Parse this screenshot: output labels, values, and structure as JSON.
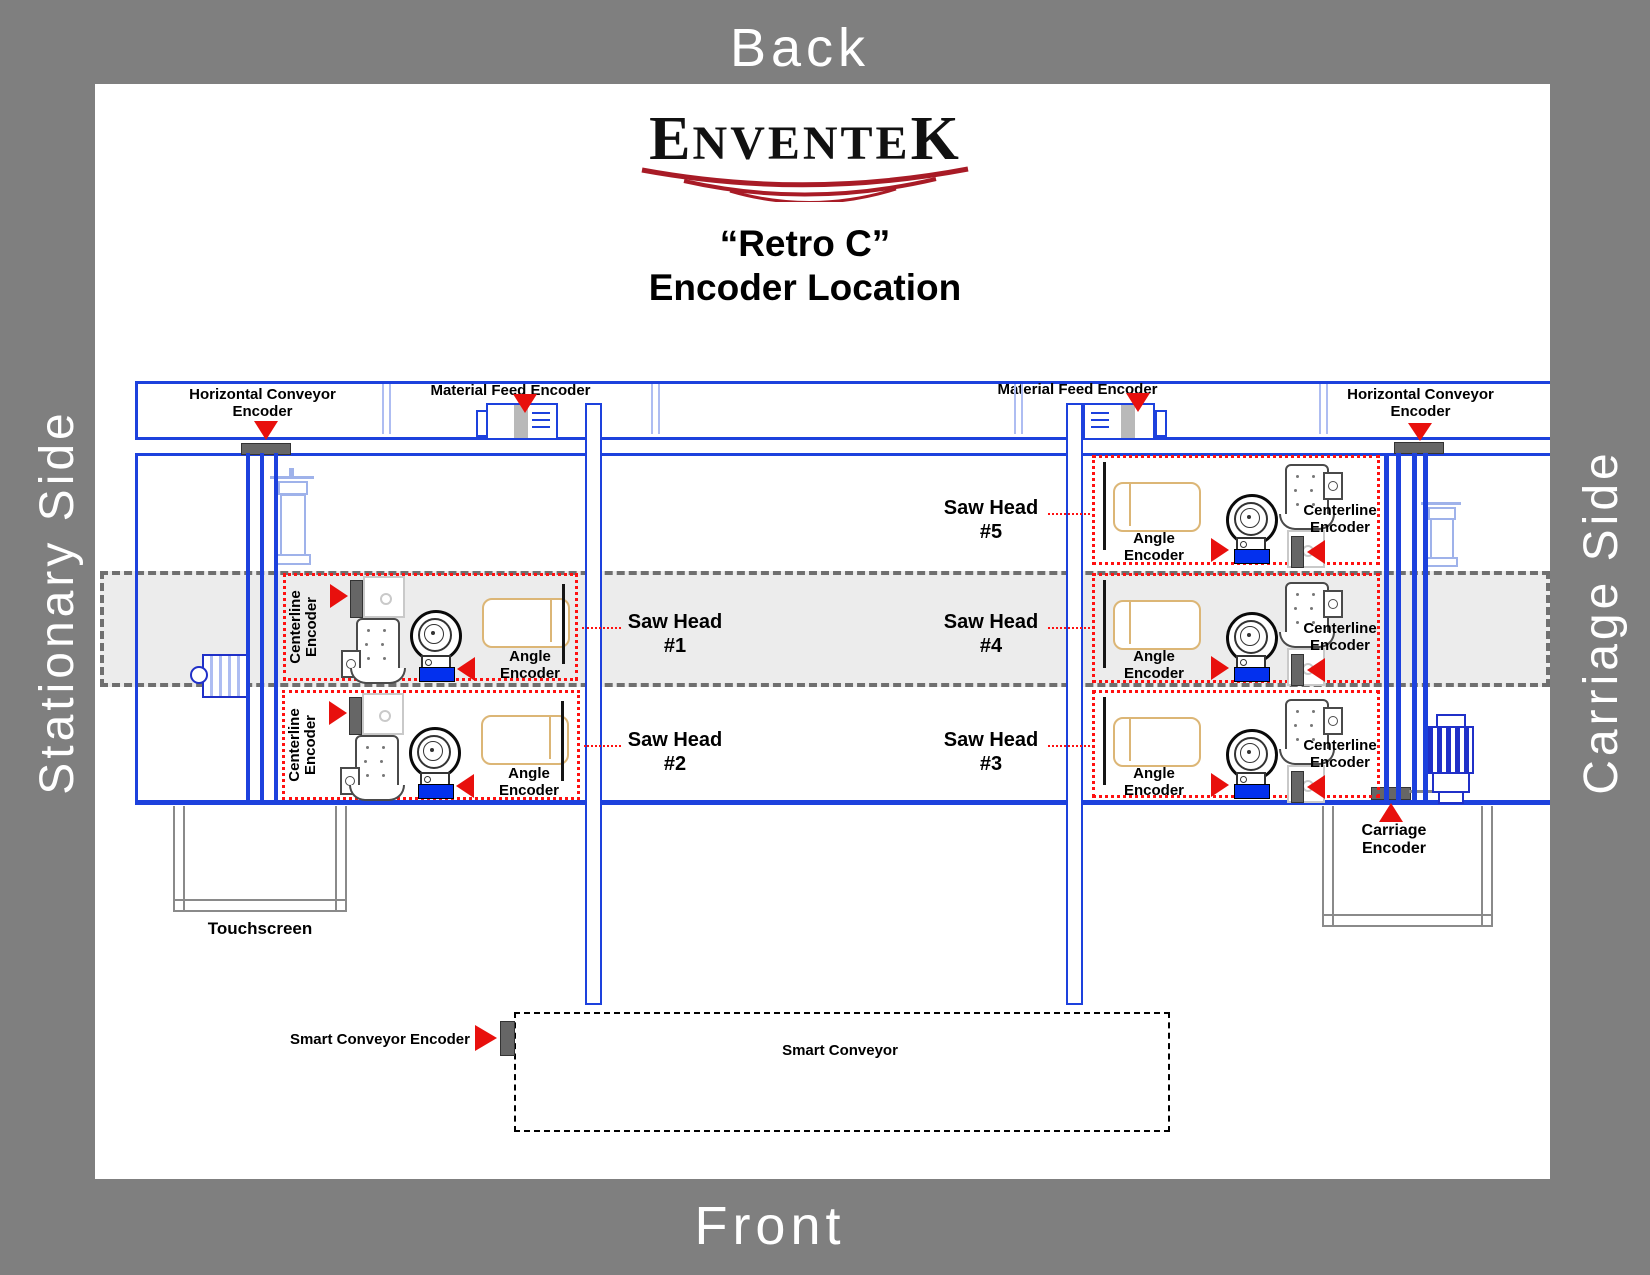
{
  "frame": {
    "back": "Back",
    "front": "Front",
    "left_side": "Stationary Side",
    "right_side": "Carriage Side"
  },
  "logo": {
    "first": "E",
    "mid": "NVENTE",
    "last": "K"
  },
  "title": {
    "line1": "“Retro C”",
    "line2": "Encoder Location"
  },
  "top_band": {
    "hc_left": {
      "line1": "Horizontal Conveyor",
      "line2": "Encoder"
    },
    "mf_left": "Material Feed Encoder",
    "mf_right": "Material Feed Encoder",
    "hc_right": {
      "line1": "Horizontal Conveyor",
      "line2": "Encoder"
    }
  },
  "encoders": {
    "centerline": {
      "line1": "Centerline",
      "line2": "Encoder"
    },
    "angle": {
      "line1": "Angle",
      "line2": "Encoder"
    },
    "carriage": {
      "line1": "Carriage",
      "line2": "Encoder"
    }
  },
  "saw_heads": [
    {
      "name": "Saw Head",
      "num": "#1"
    },
    {
      "name": "Saw Head",
      "num": "#2"
    },
    {
      "name": "Saw Head",
      "num": "#3"
    },
    {
      "name": "Saw Head",
      "num": "#4"
    },
    {
      "name": "Saw Head",
      "num": "#5"
    }
  ],
  "bottom": {
    "touchscreen": "Touchscreen",
    "smart_conveyor": "Smart Conveyor",
    "smart_conveyor_encoder": "Smart Conveyor Encoder"
  },
  "colors": {
    "machine_blue": "#1d41dd",
    "pale_blue": "#aebdf2",
    "pointer_red": "#e8100d",
    "saw_box_red": "#ff1111",
    "encoder_bar_gray": "#666666",
    "band_fill": "#ececec",
    "frame_gray": "#7f7f7f",
    "cylinder_tan": "#dcb676",
    "logo_red": "#a81b26",
    "angle_sensor_blue": "#0330ee"
  }
}
